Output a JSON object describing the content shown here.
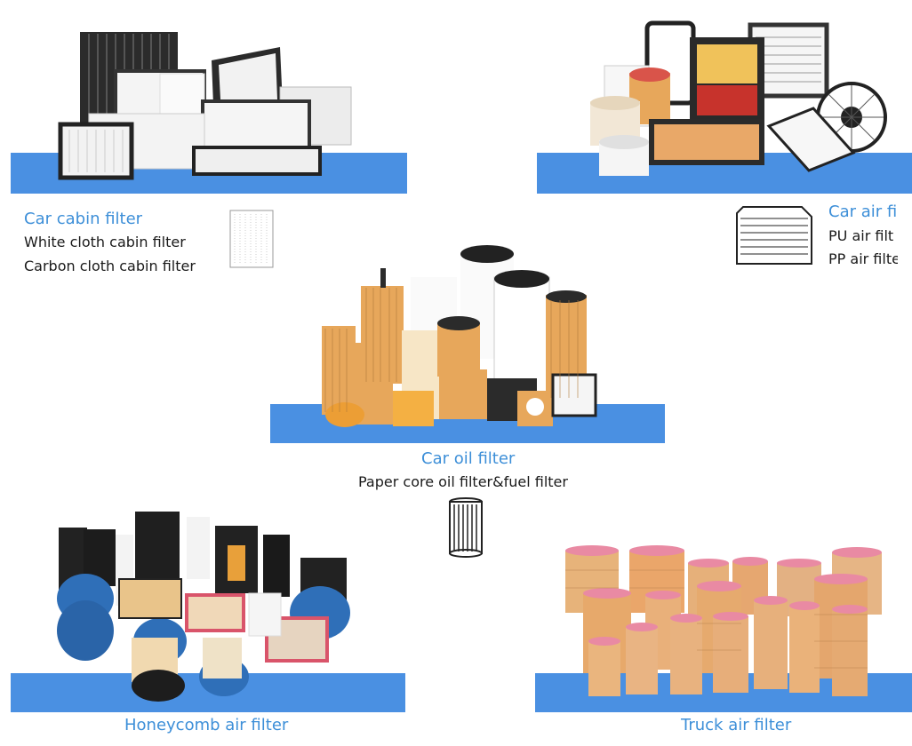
{
  "colors": {
    "band": "#4a90e2",
    "title": "#3d8fd8",
    "text": "#1a1a1a",
    "cabin_frame": "#2b2b2b",
    "paper": "#e7a75b",
    "pink": "#e98aa3",
    "honeycomb_blue": "#2f6fb8"
  },
  "sections": {
    "cabin": {
      "title": "Car cabin filter",
      "lines": [
        "White cloth cabin filter",
        "Carbon cloth cabin filter"
      ],
      "icon": "cabin-filter-icon"
    },
    "air": {
      "title": "Car air fi",
      "lines": [
        "PU air filt",
        "PP air filte"
      ],
      "icon": "air-filter-icon"
    },
    "oil": {
      "title": "Car oil filter",
      "lines": [
        "Paper core oil filter&fuel filter"
      ],
      "icon": "oil-filter-icon"
    },
    "honeycomb": {
      "title": "Honeycomb air filter"
    },
    "truck": {
      "title": "Truck air filter"
    }
  }
}
